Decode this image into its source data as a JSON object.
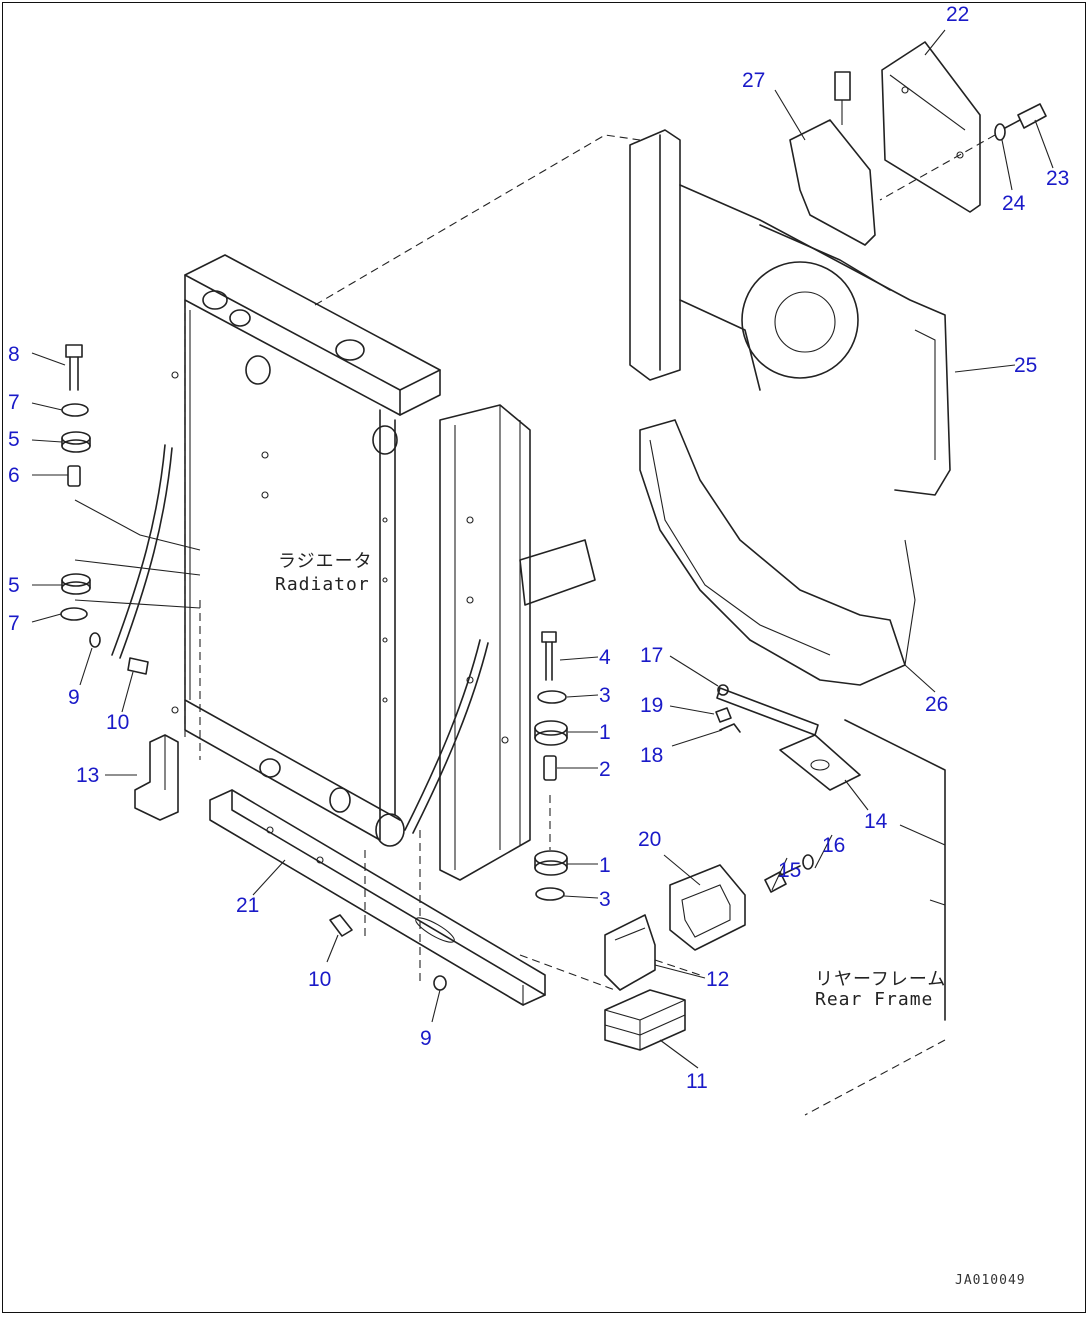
{
  "labels": {
    "radiator_jp": "ラジエータ",
    "radiator_en": "Radiator",
    "rear_frame_jp": "リヤーフレーム",
    "rear_frame_en": "Rear Frame"
  },
  "drawing_code": "JA010049",
  "callouts": [
    "22",
    "27",
    "23",
    "24",
    "25",
    "8",
    "7",
    "5",
    "6",
    "5",
    "7",
    "9",
    "10",
    "4",
    "3",
    "1",
    "2",
    "17",
    "19",
    "18",
    "26",
    "13",
    "14",
    "16",
    "15",
    "1",
    "3",
    "20",
    "21",
    "12",
    "10",
    "9",
    "11"
  ]
}
